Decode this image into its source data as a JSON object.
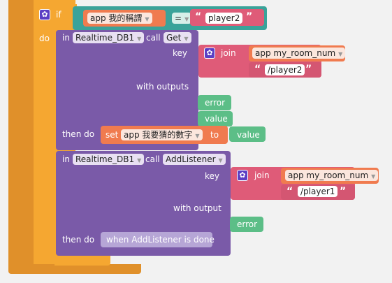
{
  "if_block": {
    "if_label": "if",
    "do_label": "do",
    "var_name": "app 我的稱謂",
    "operator": "=",
    "compare_value": "player2"
  },
  "get_block": {
    "in_label": "in",
    "component": "Realtime_DB1",
    "call_label": "call",
    "method": "Get",
    "key_label": "key",
    "join_label": "join",
    "join_var": "app my_room_num",
    "join_text": "/player2",
    "outputs_label": "with outputs",
    "output_error": "error",
    "output_value": "value",
    "then_do_label": "then do",
    "set_label": "set",
    "set_var": "app 我要猜的數字",
    "to_label": "to",
    "set_value": "value"
  },
  "listener_block": {
    "in_label": "in",
    "component": "Realtime_DB1",
    "call_label": "call",
    "method": "AddListener",
    "key_label": "key",
    "join_label": "join",
    "join_var": "app my_room_num",
    "join_text": "/player1",
    "output_label": "with output",
    "output_error": "error",
    "then_do_label": "then do",
    "done_event": "when AddListener is done"
  },
  "colors": {
    "control": "#f5a731",
    "call": "#7a5aa8",
    "logic": "#3aa39a",
    "text": "#df5b78",
    "variable": "#f07b4f",
    "param": "#5cbe87",
    "event": "#b6a6d6"
  }
}
